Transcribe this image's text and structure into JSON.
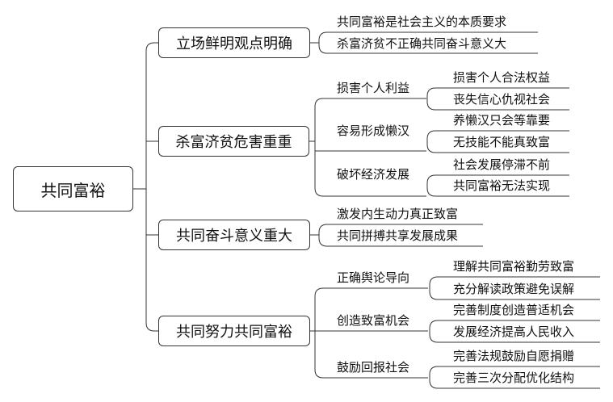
{
  "root": "共同富裕",
  "branches": [
    {
      "label": "立场鲜明观点明确",
      "leaves": [
        "共同富裕是社会主义的本质要求",
        "杀富济贫不正确共同奋斗意义大"
      ]
    },
    {
      "label": "杀富济贫危害重重",
      "groups": [
        {
          "label": "损害个人利益",
          "leaves": [
            "损害个人合法权益",
            "丧失信心仇视社会"
          ]
        },
        {
          "label": "容易形成懒汉",
          "leaves": [
            "养懒汉只会等靠要",
            "无技能不能真致富"
          ]
        },
        {
          "label": "破坏经济发展",
          "leaves": [
            "社会发展停滞不前",
            "共同富裕无法实现"
          ]
        }
      ]
    },
    {
      "label": "共同奋斗意义重大",
      "leaves": [
        "激发内生动力真正致富",
        "共同拼搏共享发展成果"
      ]
    },
    {
      "label": "共同努力共同富裕",
      "groups": [
        {
          "label": "正确舆论导向",
          "leaves": [
            "理解共同富裕勤劳致富",
            "充分解读政策避免误解"
          ]
        },
        {
          "label": "创造致富机会",
          "leaves": [
            "完善制度创造普适机会",
            "发展经济提高人民收入"
          ]
        },
        {
          "label": "鼓励回报社会",
          "leaves": [
            "完善法规鼓励自愿捐赠",
            "完善三次分配优化结构"
          ]
        }
      ]
    }
  ]
}
